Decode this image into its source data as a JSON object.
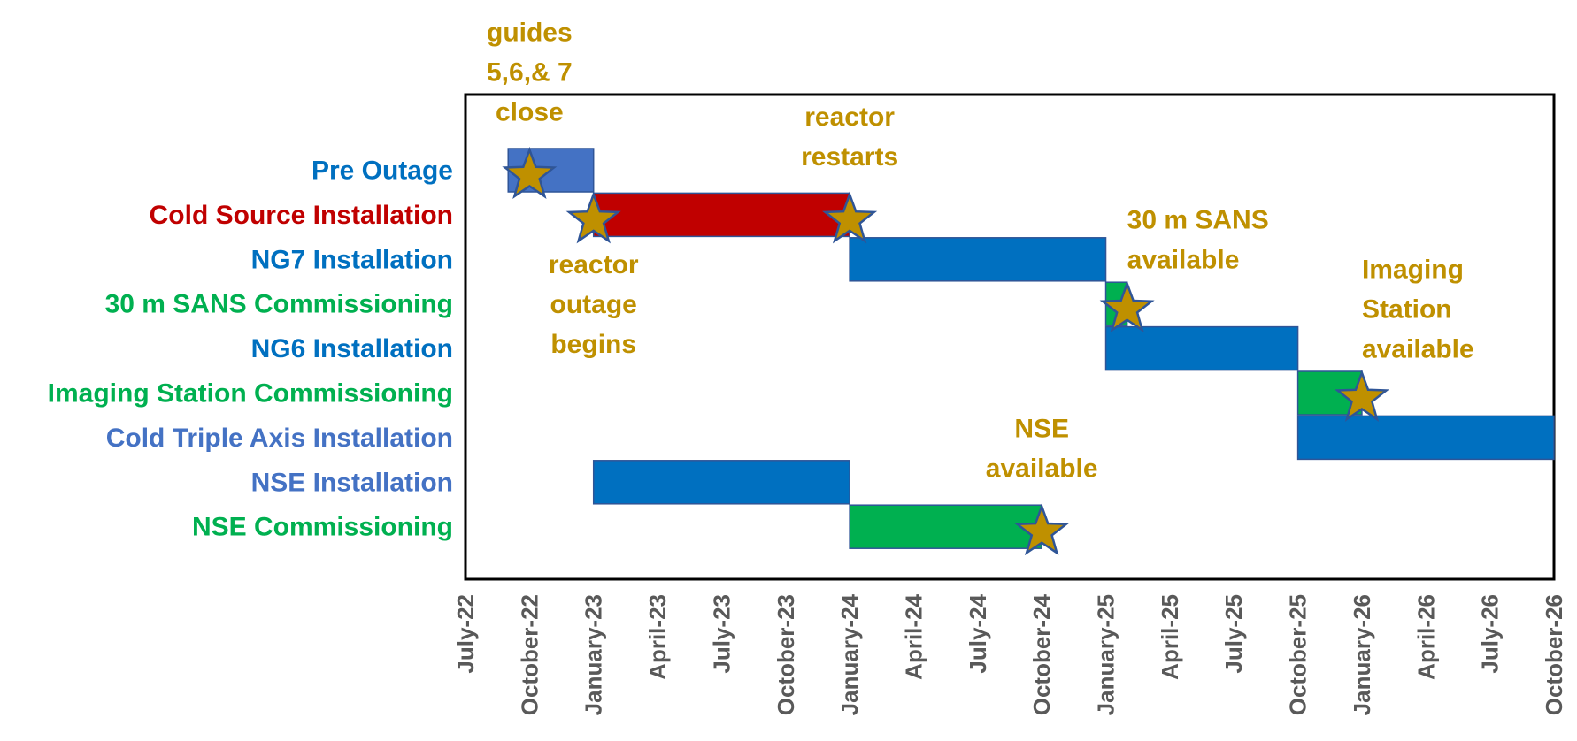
{
  "chart_data": {
    "type": "gantt",
    "x_axis": {
      "unit": "month",
      "range": [
        "2022-07",
        "2026-10"
      ],
      "tick_labels": [
        "July-22",
        "October-22",
        "January-23",
        "April-23",
        "July-23",
        "October-23",
        "January-24",
        "April-24",
        "July-24",
        "October-24",
        "January-25",
        "April-25",
        "July-25",
        "October-25",
        "January-26",
        "April-26",
        "July-26",
        "October-26"
      ]
    },
    "grid": false,
    "tasks": [
      {
        "label": "Pre Outage",
        "start": "2022-09",
        "end": "2023-01",
        "bar_color": "#4472C4",
        "label_color": "#0070C0"
      },
      {
        "label": "Cold Source Installation",
        "start": "2023-01",
        "end": "2024-01",
        "bar_color": "#C00000",
        "label_color": "#C00000"
      },
      {
        "label": "NG7 Installation",
        "start": "2024-01",
        "end": "2025-01",
        "bar_color": "#0070C0",
        "label_color": "#0070C0"
      },
      {
        "label": "30 m SANS Commissioning",
        "start": "2025-01",
        "end": "2025-02",
        "bar_color": "#00B050",
        "label_color": "#00B050"
      },
      {
        "label": "NG6 Installation",
        "start": "2025-01",
        "end": "2025-10",
        "bar_color": "#0070C0",
        "label_color": "#0070C0"
      },
      {
        "label": "Imaging Station Commissioning",
        "start": "2025-10",
        "end": "2026-01",
        "bar_color": "#00B050",
        "label_color": "#00B050"
      },
      {
        "label": "Cold Triple Axis Installation",
        "start": "2025-10",
        "end": "2026-10",
        "bar_color": "#0070C0",
        "label_color": "#4472C4"
      },
      {
        "label": "NSE Installation",
        "start": "2023-01",
        "end": "2024-01",
        "bar_color": "#0070C0",
        "label_color": "#4472C4"
      },
      {
        "label": "NSE Commissioning",
        "start": "2024-01",
        "end": "2024-10",
        "bar_color": "#00B050",
        "label_color": "#00B050"
      }
    ],
    "milestones": [
      {
        "date": "2022-10",
        "row": 0,
        "text": [
          "guides",
          "5,6,& 7",
          "close"
        ],
        "text_position": "above"
      },
      {
        "date": "2023-01",
        "row": 1,
        "text": [
          "reactor",
          "outage",
          "begins"
        ],
        "text_position": "below"
      },
      {
        "date": "2024-01",
        "row": 1,
        "text": [
          "reactor",
          "restarts"
        ],
        "text_position": "above"
      },
      {
        "date": "2025-02",
        "row": 3,
        "text": [
          "30 m SANS",
          "available"
        ],
        "text_position": "above-right"
      },
      {
        "date": "2026-01",
        "row": 5,
        "text": [
          "Imaging",
          "Station",
          "available"
        ],
        "text_position": "above-right"
      },
      {
        "date": "2024-10",
        "row": 8,
        "text": [
          "NSE",
          "available"
        ],
        "text_position": "above"
      }
    ],
    "colors": {
      "milestone_fill": "#BF9000",
      "milestone_stroke": "#2F5597",
      "note_text": "#BF9000",
      "tick_text": "#595959",
      "bar_stroke": "#2F5597"
    }
  }
}
